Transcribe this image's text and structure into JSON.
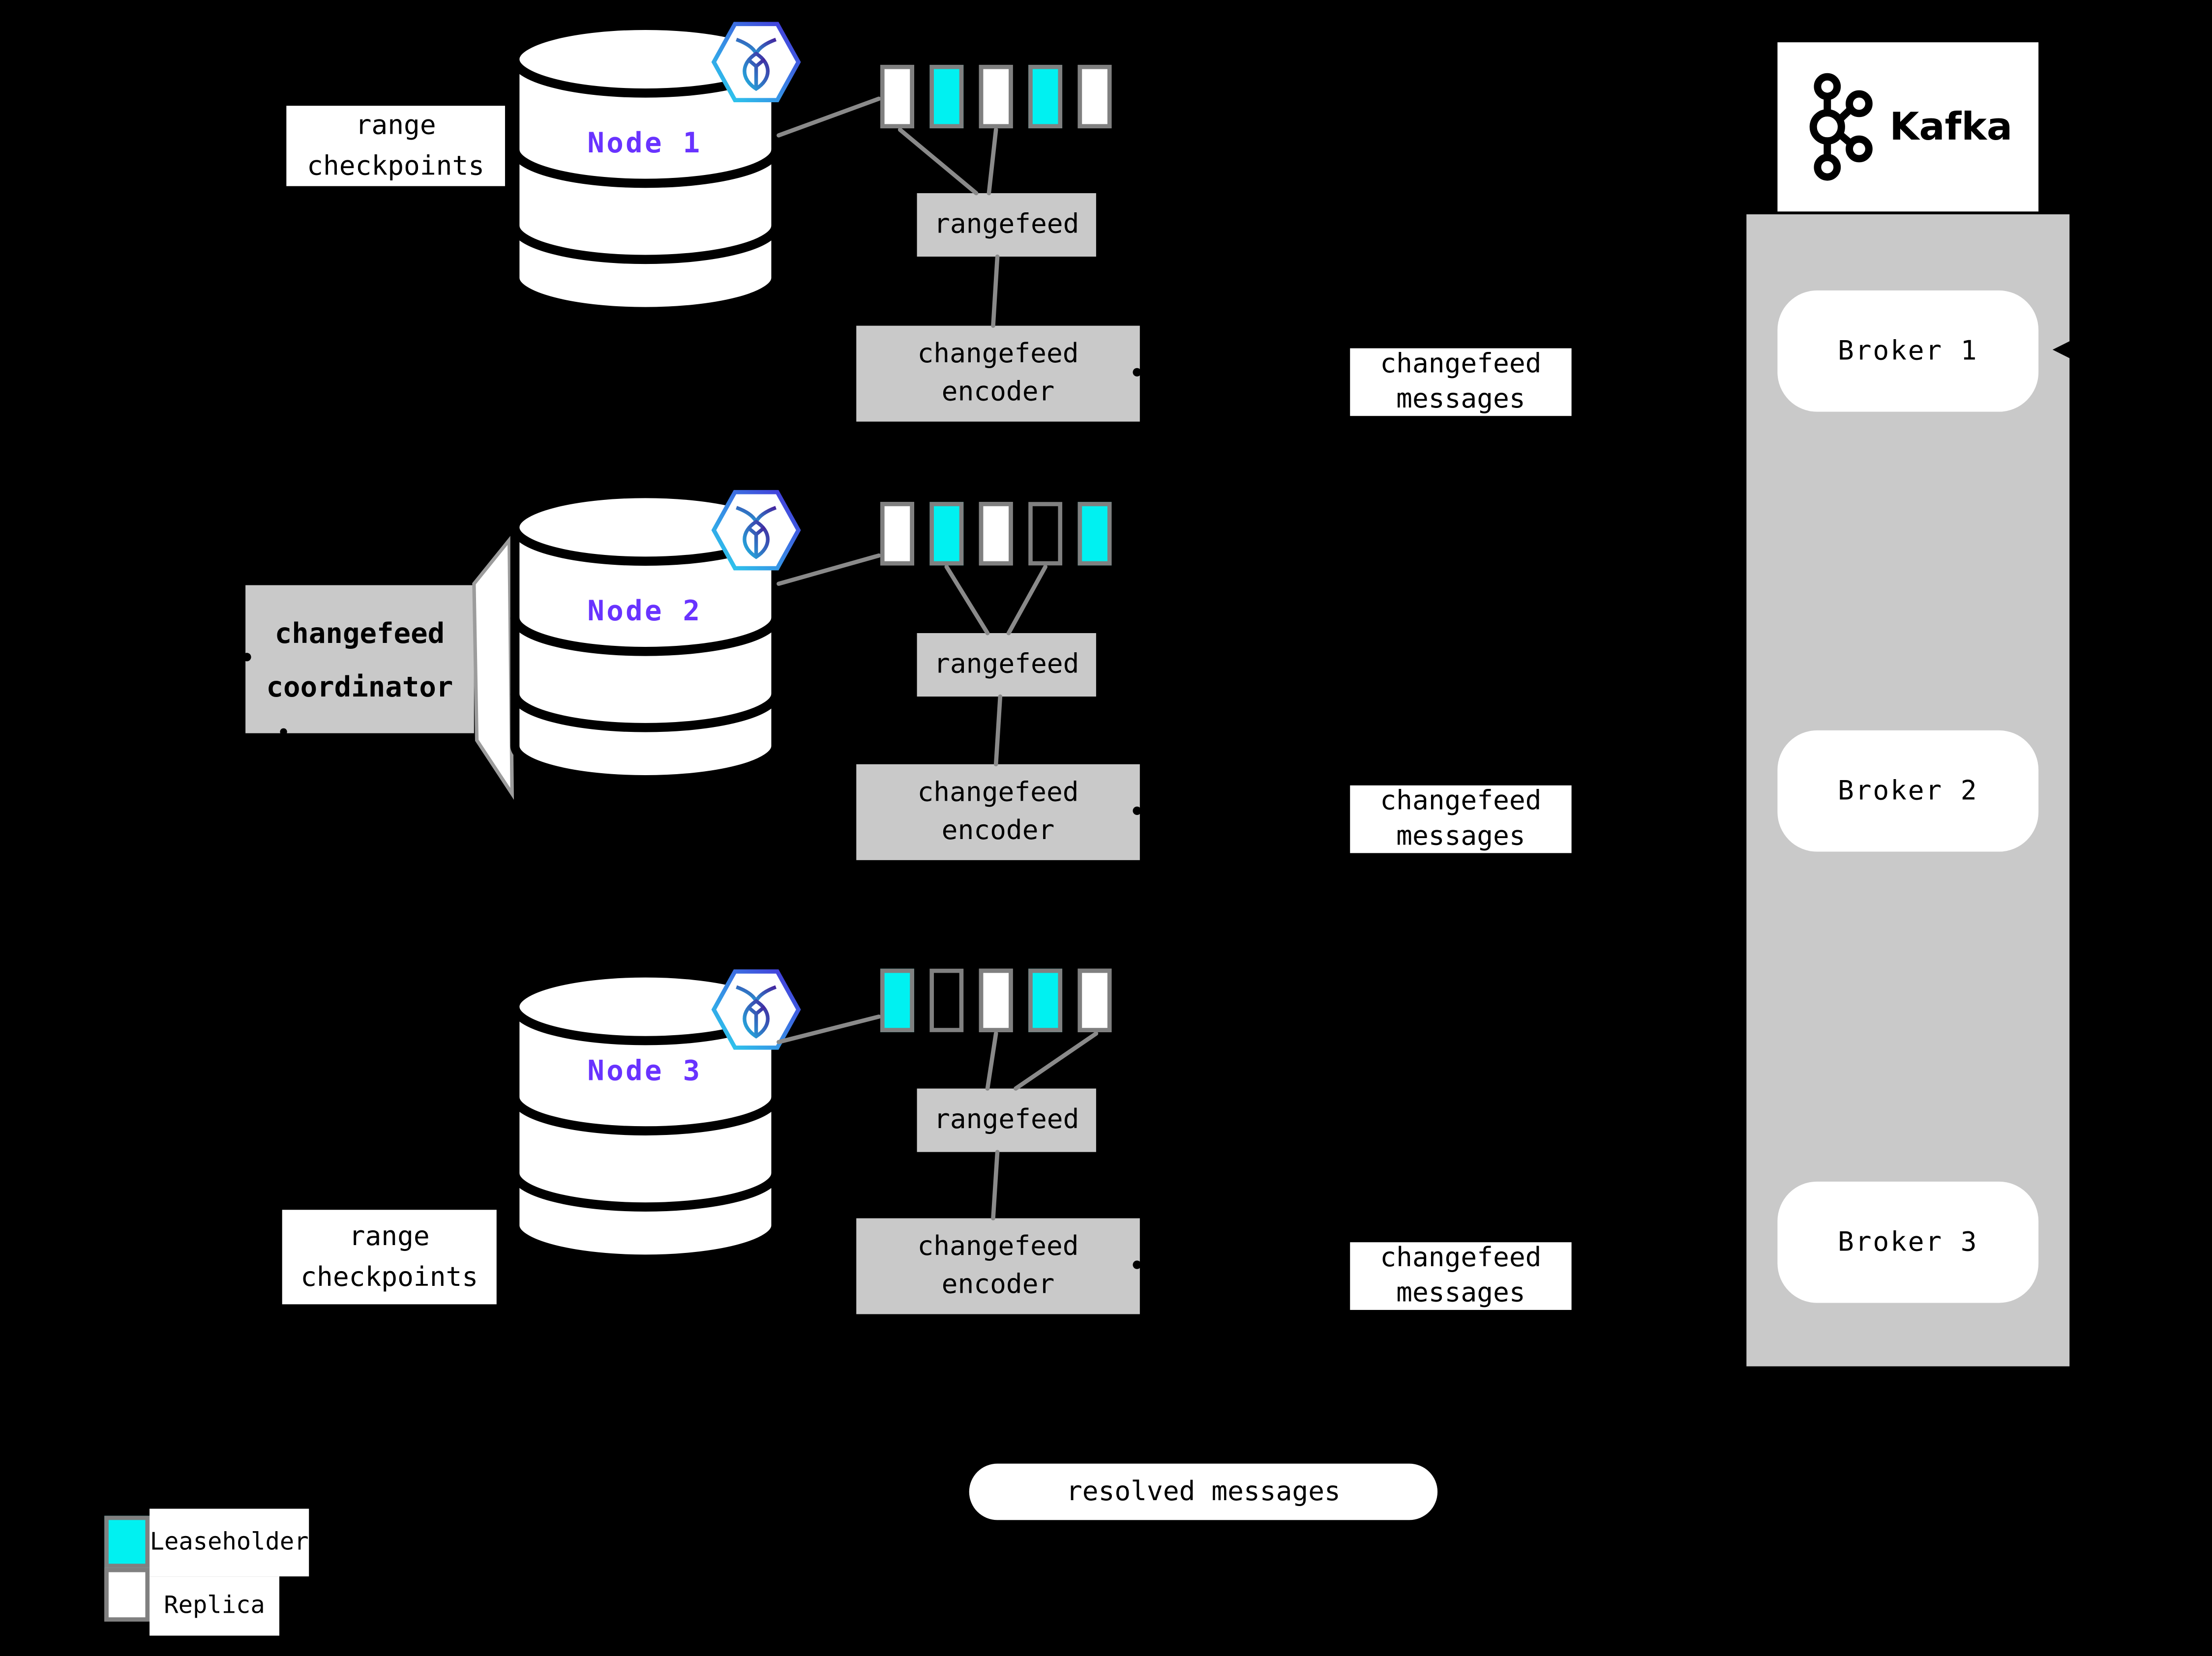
{
  "colors": {
    "background": "#000000",
    "leaseholder_fill": "#00F1F1",
    "replica_fill": "#FFFFFF",
    "empty_range_fill": "#000000",
    "node_label_purple": "#6933FF",
    "panel_gray": "#C9C9C9",
    "square_border_gray": "#808080",
    "connector_gray": "#8A8A8A",
    "text_black": "#000000",
    "badge_gradient_start": "#2BD5EE",
    "badge_gradient_end": "#4630D9"
  },
  "node_section": {
    "range_checkpoints_label": "range checkpoints",
    "coordinator_label": "changefeed coordinator",
    "rangefeed_label": "rangefeed",
    "encoder_label": "changefeed encoder",
    "nodes": [
      {
        "name": "Node 1",
        "ranges": [
          "replica",
          "leaseholder",
          "replica",
          "leaseholder",
          "replica"
        ]
      },
      {
        "name": "Node 2",
        "ranges": [
          "replica",
          "leaseholder",
          "replica",
          "empty",
          "leaseholder"
        ]
      },
      {
        "name": "Node 3",
        "ranges": [
          "leaseholder",
          "empty",
          "replica",
          "leaseholder",
          "replica"
        ]
      }
    ]
  },
  "stream": {
    "changefeed_messages_label": "changefeed messages",
    "resolved_messages_label": "resolved messages"
  },
  "kafka": {
    "title": "Kafka",
    "brokers": [
      "Broker 1",
      "Broker 2",
      "Broker 3"
    ]
  },
  "legend": {
    "items": [
      {
        "label": "Leaseholder",
        "kind": "leaseholder"
      },
      {
        "label": "Replica",
        "kind": "replica"
      }
    ]
  },
  "icons": {
    "node_badge": "cockroachdb-logo-hexagon-icon",
    "kafka_logo": "kafka-logo-icon"
  }
}
